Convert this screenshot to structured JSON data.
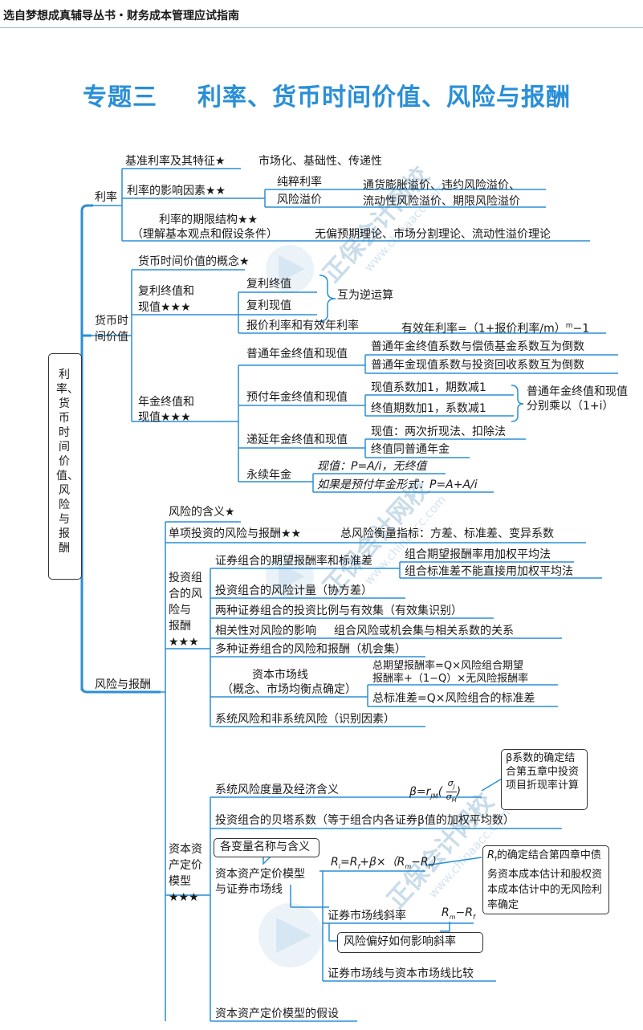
{
  "header": {
    "series": "选自梦想成真辅导丛书・财务成本管理应试指南"
  },
  "topic": {
    "no": "专题三",
    "name": "利率、货币时间价值、风险与报酬"
  },
  "root": {
    "label": "利率、货币时间价值、风险与报酬"
  },
  "watermark": {
    "cn": "正保会计网校",
    "url": "www.chinaacc.com"
  },
  "rate": {
    "label": "利率",
    "base": "基准利率及其特征★",
    "base_features": "市场化、基础性、传递性",
    "factors": "利率的影响因素★★",
    "pure": "纯粹利率",
    "risk_premium": "风险溢价",
    "premium_list_1": "通货膨胀溢价、违约风险溢价、",
    "premium_list_2": "流动性风险溢价、期限风险溢价",
    "term_1": "利率的期限结构★★",
    "term_2": "（理解基本观点和假设条件）",
    "theories": "无偏预期理论、市场分割理论、流动性溢价理论"
  },
  "tvm": {
    "label_1": "货币时",
    "label_2": "间价值",
    "concept": "货币时间价值的概念★",
    "compound_1": "复利终值和",
    "compound_2": "现值★★★",
    "cfv": "复利终值",
    "cpv": "复利现值",
    "inverse": "互为逆运算",
    "quoted": "报价利率和有效年利率",
    "ear": "有效年利率=（1+报价利率/m）",
    "ear_exp": "m",
    "ear_tail": "−1",
    "annuity_1": "年金终值和",
    "annuity_2": "现值★★★",
    "ordinary": "普通年金终值和现值",
    "ord_1": "普通年金终值系数与偿债基金系数互为倒数",
    "ord_2": "普通年金现值系数与投资回收系数互为倒数",
    "due": "预付年金终值和现值",
    "due_1": "现值系数加1，期数减1",
    "due_2": "终值期数加1，系数减1",
    "due_note_1": "普通年金终值和现值",
    "due_note_2": "分别乘以（1+i）",
    "deferred": "递延年金终值和现值",
    "def_1": "现值：两次折现法、扣除法",
    "def_2": "终值同普通年金",
    "perpetuity": "永续年金",
    "perp_1": "现值：P=A/i，无终值",
    "perp_2": "如果是预付年金形式：P=A+A/i"
  },
  "risk": {
    "label": "风险与报酬",
    "meaning": "风险的含义★",
    "single": "单项投资的风险与报酬★★",
    "single_measure": "总风险衡量指标：方差、标准差、变异系数",
    "portfolio_1": "投资组",
    "portfolio_2": "合的风",
    "portfolio_3": "险与",
    "portfolio_4": "报酬",
    "portfolio_5": "★★★",
    "p1": "证券组合的期望报酬率和标准差",
    "p1a": "组合期望报酬率用加权平均法",
    "p1b": "组合标准差不能直接用加权平均法",
    "p2": "投资组合的风险计量（协方差）",
    "p3": "两种证券组合的投资比例与有效集（有效集识别）",
    "p4": "相关性对风险的影响",
    "p4a": "组合风险或机会集与相关系数的关系",
    "p5": "多种证券组合的风险和报酬（机会集）",
    "cml_1": "资本市场线",
    "cml_2": "（概念、市场均衡点确定）",
    "cml_a1": "总期望报酬率=Q×风险组合期望",
    "cml_a2": "报酬率+（1−Q）×无风险报酬率",
    "cml_b": "总标准差=Q×风险组合的标准差",
    "p7": "系统风险和非系统风险（识别因素）",
    "capm_1": "资本资",
    "capm_2": "产定价",
    "capm_3": "模型",
    "capm_4": "★★★",
    "c1": "系统风险度量及经济含义",
    "beta_formula": "β=r",
    "beta_sub": "JM",
    "beta_num": "σ",
    "beta_num_sub": "J",
    "beta_den": "σ",
    "beta_den_sub": "M",
    "beta_note": "β系数的确定结合第五章中投资项目折现率计算",
    "c2": "投资组合的贝塔系数（等于组合内各证券β值的加权平均数）",
    "var_box": "各变量名称与含义",
    "c3_1": "资本资产定价模型",
    "c3_2": "与证券市场线",
    "capm_formula": "R",
    "capm_f_tail": "=R",
    "capm_f_rest": "+β×（R",
    "capm_f_m": "m",
    "capm_f_end": "−R",
    "capm_f_sub_i": "i",
    "capm_f_sub_f": "f",
    "rf_note": "R",
    "rf_note_sub": "f",
    "rf_note_rest": "的确定结合第四章中债务资本成本估计和股权资本成本估计中的无风险利率确定",
    "slope": "证券市场线斜率",
    "slope_f": "R",
    "slope_f_m": "m",
    "slope_f_mid": "−R",
    "slope_f_f": "f",
    "pref": "风险偏好如何影响斜率",
    "compare": "证券市场线与资本市场线比较",
    "assume": "资本资产定价模型的假设"
  }
}
